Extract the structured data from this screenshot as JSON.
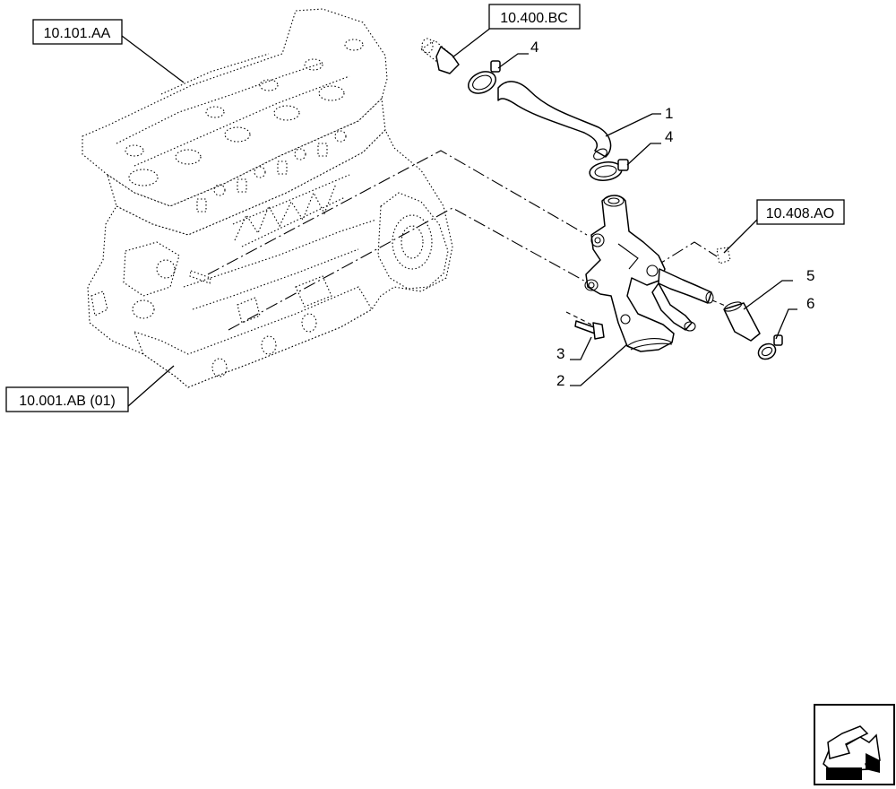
{
  "references": {
    "block_top": "10.101.AA",
    "hose_top": "10.400.BC",
    "sensor": "10.408.AO",
    "block_bottom": "10.001.AB (01)"
  },
  "callouts": {
    "hose": "1",
    "pump_housing": "2",
    "bolt": "3",
    "clamp_top": "4",
    "clamp_mid": "4",
    "small_hose": "5",
    "small_clamp": "6"
  },
  "nav_icon": "arrow-back-icon"
}
